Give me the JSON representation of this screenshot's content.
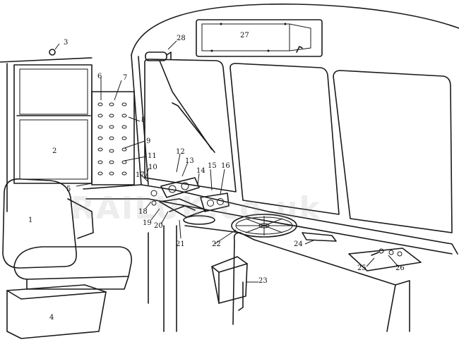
{
  "labels": {
    "n1": "1",
    "n2": "2",
    "n3": "3",
    "n4": "4",
    "n5": "5",
    "n6": "6",
    "n7": "7",
    "n8": "8",
    "n9": "9",
    "n10": "10",
    "n11": "11",
    "n12": "12",
    "n13": "13",
    "n14": "14",
    "n15": "15",
    "n16": "16",
    "n17": "17",
    "n18": "18",
    "n19": "19",
    "n20": "20",
    "n21": "21",
    "n22": "22",
    "n23": "23",
    "n24": "24",
    "n25": "25",
    "n26": "26",
    "n27": "27",
    "n28": "28"
  },
  "watermark": "RAILUK.co.uk",
  "colors": {
    "line": "#1a1a1a",
    "shade": "#9a9a9a",
    "background": "#ffffff"
  }
}
